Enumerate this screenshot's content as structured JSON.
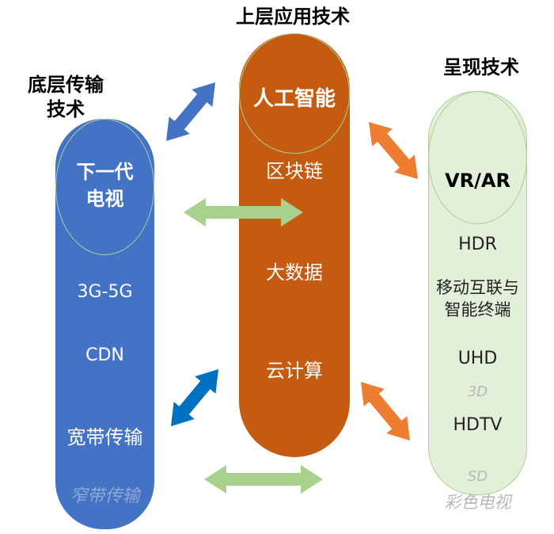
{
  "titles": {
    "bottom": "底层传输\n技术",
    "top": "上层应用技术",
    "right": "呈现技术"
  },
  "left_column": {
    "circle_label": "下一代\n电视",
    "items": [
      "3G-5G",
      "CDN",
      "宽带传输"
    ],
    "faded_item": "窄带传输"
  },
  "middle_column": {
    "circle_label": "人工智能",
    "items": [
      "区块链",
      "大数据",
      "云计算"
    ]
  },
  "right_column": {
    "circle_label": "VR/AR",
    "items": [
      "HDR",
      "移动互联与\n智能终端",
      "UHD",
      "HDTV"
    ],
    "faded_items": [
      "3D",
      "SD",
      "彩色电视"
    ]
  },
  "colors": {
    "blue": "#4472c4",
    "orange": "#c55a11",
    "light_green": "#e2efd9",
    "green_border": "#a9d18e",
    "arrow_blue": "#4472c4",
    "arrow_dark_blue": "#0070c0",
    "arrow_orange": "#ed7d31",
    "arrow_green": "#a9d18e"
  }
}
